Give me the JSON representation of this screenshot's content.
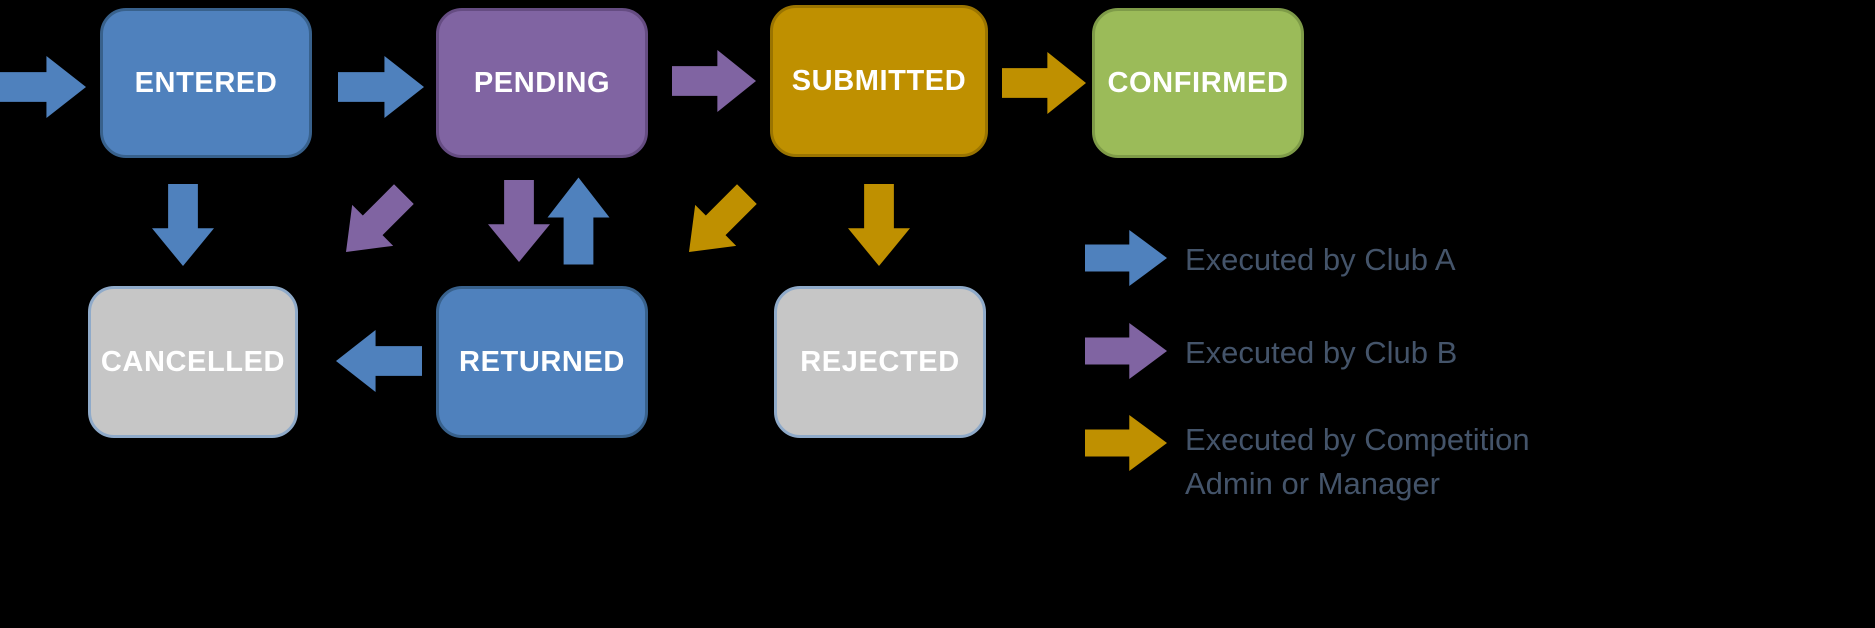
{
  "colors": {
    "bg": "#000000",
    "blue": "#4f81bd",
    "blue-border": "#38618c",
    "purple": "#8064a2",
    "purple-border": "#654c82",
    "gold": "#bf9000",
    "gold-border": "#9a7400",
    "green": "#9bbb59",
    "green-border": "#7e9b48",
    "gray": "#c6c6c6",
    "gray-border": "#8faac9",
    "legend-text": "#44546a"
  },
  "nodes": {
    "entered": {
      "label": "ENTERED",
      "color": "blue"
    },
    "pending": {
      "label": "PENDING",
      "color": "purple"
    },
    "submitted": {
      "label": "SUBMITTED",
      "color": "gold"
    },
    "confirmed": {
      "label": "CONFIRMED",
      "color": "green"
    },
    "cancelled": {
      "label": "CANCELLED",
      "color": "gray"
    },
    "returned": {
      "label": "RETURNED",
      "color": "blue"
    },
    "rejected": {
      "label": "REJECTED",
      "color": "gray"
    }
  },
  "arrows": [
    {
      "name": "start-to-entered",
      "color": "blue",
      "direction": "right"
    },
    {
      "name": "entered-to-pending",
      "color": "blue",
      "direction": "right"
    },
    {
      "name": "pending-to-submitted",
      "color": "purple",
      "direction": "right"
    },
    {
      "name": "submitted-to-confirmed",
      "color": "gold",
      "direction": "right"
    },
    {
      "name": "entered-to-cancelled",
      "color": "blue",
      "direction": "down"
    },
    {
      "name": "pending-down-left",
      "color": "purple",
      "direction": "down-left"
    },
    {
      "name": "pending-to-returned",
      "color": "purple",
      "direction": "down"
    },
    {
      "name": "returned-to-pending",
      "color": "blue",
      "direction": "up"
    },
    {
      "name": "submitted-down-left",
      "color": "gold",
      "direction": "down-left"
    },
    {
      "name": "submitted-to-rejected",
      "color": "gold",
      "direction": "down"
    },
    {
      "name": "returned-to-cancelled",
      "color": "blue",
      "direction": "left"
    }
  ],
  "legend": {
    "items": [
      {
        "label": "Executed by Club A",
        "color": "blue"
      },
      {
        "label": "Executed by Club B",
        "color": "purple"
      },
      {
        "label": "Executed by Competition Admin or Manager",
        "color": "gold"
      }
    ]
  }
}
